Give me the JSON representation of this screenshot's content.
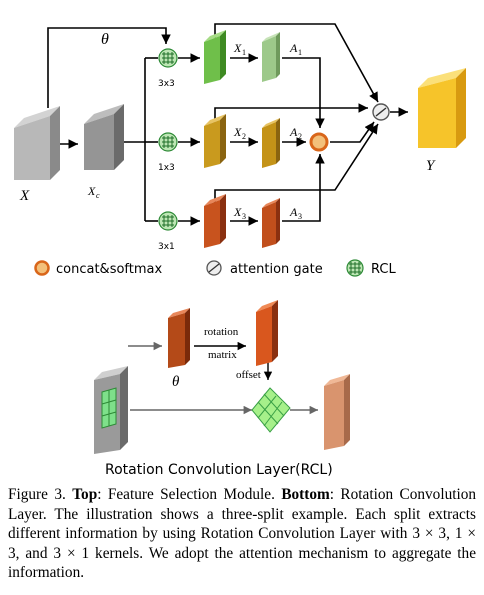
{
  "figure": {
    "top": {
      "theta": "θ",
      "x": "X",
      "xc_main": "X",
      "xc_sub": "c",
      "y": "Y",
      "kernel_3x3": "3x3",
      "kernel_1x3": "1x3",
      "kernel_3x1": "3x1",
      "x1_main": "X",
      "x1_sub": "1",
      "x2_main": "X",
      "x2_sub": "2",
      "x3_main": "X",
      "x3_sub": "3",
      "a1_main": "A",
      "a1_sub": "1",
      "a2_main": "A",
      "a2_sub": "2",
      "a3_main": "A",
      "a3_sub": "3"
    },
    "legend": {
      "concat": "concat&softmax",
      "attention": "attention gate",
      "rcl": "RCL"
    },
    "bottom": {
      "rotation_line1": "rotation",
      "rotation_line2": "matrix",
      "offset": "offset",
      "theta": "θ",
      "title": "Rotation Convolution Layer(RCL)"
    },
    "colors": {
      "green": "#6fbf4a",
      "gold": "#c99a1e",
      "orange_red": "#c8531e",
      "yellow": "#f6c42a",
      "gray": "#a8a8a8",
      "salmon": "#d9946e"
    }
  },
  "caption": {
    "label": "Figure 3.",
    "top_bold": "Top",
    "top_text": ": Feature Selection Module.",
    "bottom_bold": "Bottom",
    "rest": ": Rotation Convolution Layer. The illustration shows a three-split example. Each split extracts different information by using Rotation Convolution Layer with 3 × 3, 1 × 3, and 3 × 1 kernels. We adopt the attention mechanism to aggregate the information."
  }
}
